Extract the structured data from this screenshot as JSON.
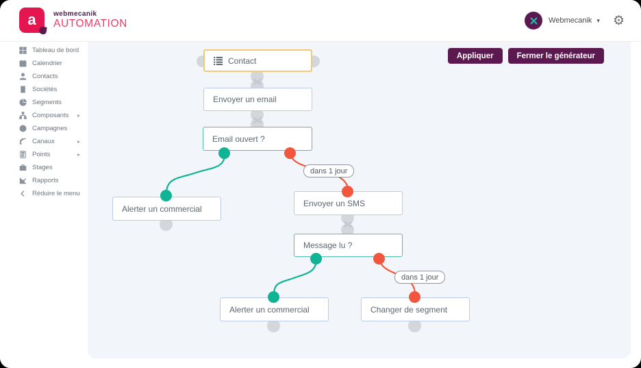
{
  "header": {
    "brand": {
      "letter": "a",
      "name": "webmecanik",
      "product": "AUTOMATION"
    },
    "user": {
      "name": "Webmecanik"
    }
  },
  "sidebar": {
    "items": [
      {
        "label": "Tableau de bord",
        "icon": "grid-icon",
        "has_submenu": false
      },
      {
        "label": "Calendrier",
        "icon": "calendar-icon",
        "has_submenu": false
      },
      {
        "label": "Contacts",
        "icon": "user-icon",
        "has_submenu": false
      },
      {
        "label": "Sociétés",
        "icon": "building-icon",
        "has_submenu": false
      },
      {
        "label": "Segments",
        "icon": "pie-chart-icon",
        "has_submenu": false
      },
      {
        "label": "Composants",
        "icon": "components-icon",
        "has_submenu": true
      },
      {
        "label": "Campagnes",
        "icon": "clock-icon",
        "has_submenu": false
      },
      {
        "label": "Canaux",
        "icon": "rss-icon",
        "has_submenu": true
      },
      {
        "label": "Points",
        "icon": "calculator-icon",
        "has_submenu": true
      },
      {
        "label": "Stages",
        "icon": "briefcase-icon",
        "has_submenu": false
      },
      {
        "label": "Rapports",
        "icon": "chart-line-icon",
        "has_submenu": false
      }
    ],
    "collapse": {
      "label": "Réduire le menu",
      "icon": "chevron-left-icon"
    }
  },
  "builder": {
    "apply_button": "Appliquer",
    "close_button": "Fermer le générateur",
    "nodes": [
      {
        "label": "Contact",
        "type": "source"
      },
      {
        "label": "Envoyer un email",
        "type": "action"
      },
      {
        "label": "Email ouvert ?",
        "type": "decision"
      },
      {
        "label": "Alerter un commercial",
        "type": "action"
      },
      {
        "label": "Envoyer un SMS",
        "type": "action"
      },
      {
        "label": "Message lu ?",
        "type": "decision"
      },
      {
        "label": "Alerter un commercial",
        "type": "action"
      },
      {
        "label": "Changer de segment",
        "type": "action"
      }
    ],
    "edge_labels": [
      {
        "text": "dans 1 jour"
      },
      {
        "text": "dans 1 jour"
      }
    ]
  },
  "colors": {
    "brand_pink": "#e5164f",
    "brand_dark": "#431f47",
    "brand_accent_pink": "#e73c68",
    "brand_purple": "#5c1950",
    "teal": "#0eb493",
    "red": "#f2563c",
    "source_border": "#f2c879",
    "action_border": "#bdc9e8",
    "decision_border": "#4dc0a9",
    "canvas_bg": "#f2f5f9",
    "anchor_gray": "#d3d7dc"
  }
}
